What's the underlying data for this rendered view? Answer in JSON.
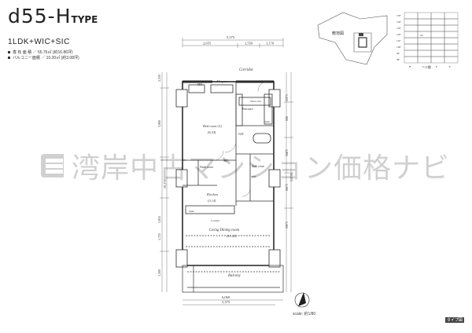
{
  "header": {
    "type_code": "d55-H",
    "type_suffix": "TYPE",
    "layout": "1LDK+WIC+SIC",
    "floor_area": "専 有 面 積 ／ 55.76㎡ (約16.86坪)",
    "balcony_area": "バルコニー面積 ／ 10.20㎡ (約3.08坪)"
  },
  "dimensions": {
    "top_total": "5,375",
    "top_segments": [
      "2,655",
      "1,550",
      "1,170"
    ],
    "bottom_outer": "6,060",
    "bottom_inner": "5,375",
    "left_segments": [
      "2,310",
      "3,900",
      "1,855",
      "1,725",
      "1,300"
    ],
    "left_total": "10,375",
    "right_segments": [
      "1,225",
      "900",
      "1,805",
      "1,300",
      "1,565"
    ],
    "right_total": "10,375"
  },
  "rooms": {
    "corridor": "Corridor",
    "ac_space": "AC space",
    "mb": "MB",
    "entrance": "Entrance",
    "shoes_box": "Shoes box",
    "bedroom": "Bed room (1)",
    "bedroom_size": "(6.3J)",
    "wic": "WIC",
    "sic": "SIC",
    "wash_room": "Wash room",
    "bath_room": "Bath room",
    "kitchen": "Kitchen",
    "kitchen_size": "(3.1J)",
    "living": "Living Dining room",
    "living_size": "(11.2J)",
    "balcony": "Balcony",
    "wall_label": "Counter",
    "sink": "Sink",
    "wb": "WB",
    "tank": "Tank"
  },
  "key_plan": {
    "label": "敷地図"
  },
  "building_section": {
    "floors": [
      "15F",
      "14F",
      "13F",
      "12F",
      "11F",
      "10F",
      "9F",
      "8F"
    ],
    "columns": [
      "H",
      "G",
      "F",
      "E"
    ],
    "highlight": "d5",
    "caption": "11階"
  },
  "watermark": "湾岸中古マンション価格ナビ",
  "scale": "scale: 約1/80",
  "type_label": "タイプ図",
  "colors": {
    "wall": "#2a2a2a",
    "line": "#555555",
    "watermark": "#000000"
  }
}
